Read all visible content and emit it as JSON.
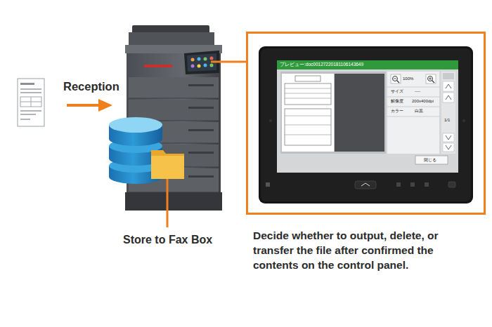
{
  "diagram": {
    "nodes": [
      {
        "text": [
          "Decide whether to output, delete, or transfer the file after confirmed the contents on the control panel."
        ]
      }
    ],
    "labels": [
      "Reception",
      "Store to Fax Box",
      "プレビュー:doc00127220181106143649",
      "100%",
      "サイズ",
      "----",
      "解像度",
      "200x400dpi",
      "カラー",
      "白黒",
      "1/1",
      "閉じる"
    ]
  }
}
